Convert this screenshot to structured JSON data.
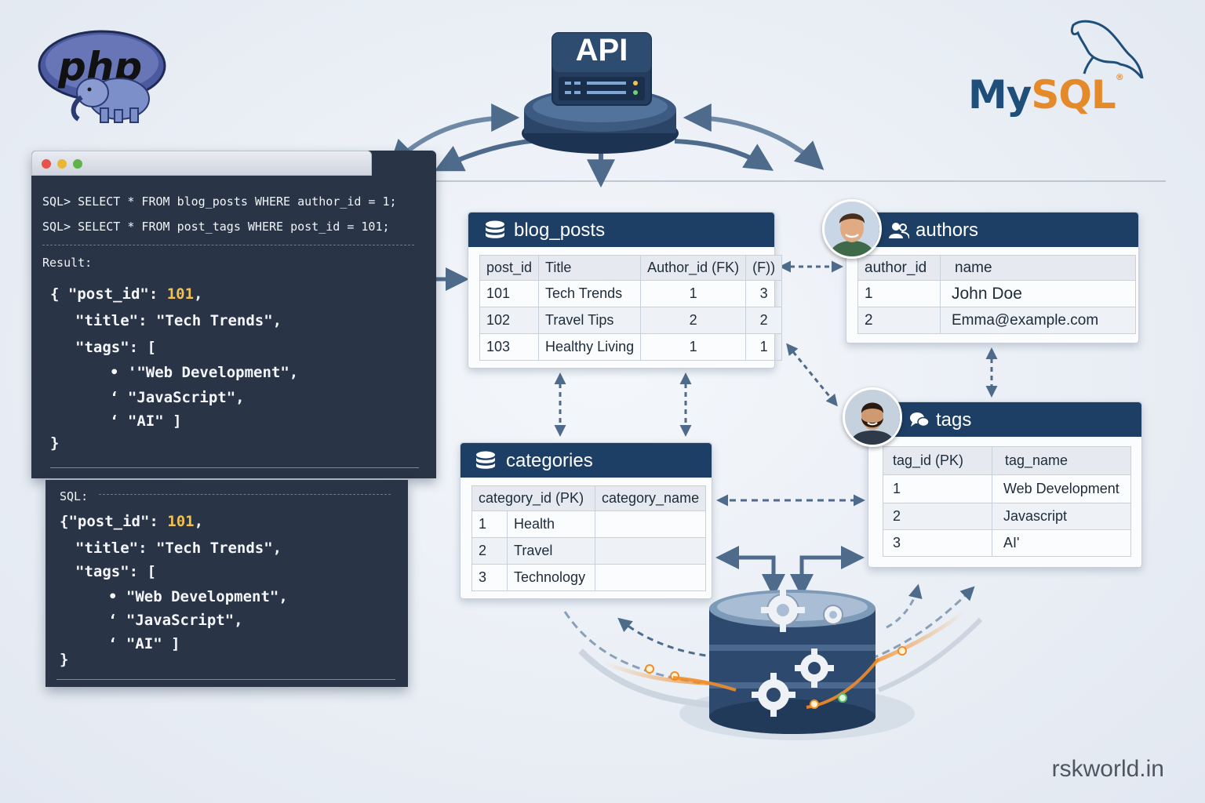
{
  "logos": {
    "php": "php",
    "mysql_my": "My",
    "mysql_sql": "SQL",
    "mysql_reg": "®"
  },
  "api": {
    "label": "API"
  },
  "terminal": {
    "queries": [
      "SQL> SELECT * FROM blog_posts WHERE author_id = 1;",
      "SQL> SELECT * FROM post_tags WHERE post_id = 101;"
    ],
    "result_label": "Result:",
    "json_lines": [
      "{ \"post_id\": ",
      "101",
      ",",
      "\"title\": \"Tech Trends\",",
      "\"tags\": [",
      "• '\"Web Development\",",
      "‘ \"JavaScript\",",
      "‘ \"AI\" ]",
      "}"
    ]
  },
  "terminal2": {
    "label": "SQL:",
    "json_lines": [
      "{\"post_id\": ",
      "101",
      ",",
      "\"title\": \"Tech Trends\",",
      "\"tags\": [",
      "• \"Web Development\",",
      "‘ \"JavaScript\",",
      "‘ \"AI\" ]",
      "}"
    ]
  },
  "blog_posts": {
    "title": "blog_posts",
    "headers": [
      "post_id",
      "Title",
      "Author_id (FK)",
      "(F))"
    ],
    "rows": [
      [
        "101",
        "Tech Trends",
        "1",
        "3"
      ],
      [
        "102",
        "Travel Tips",
        "2",
        "2"
      ],
      [
        "103",
        "Healthy Living",
        "1",
        "1"
      ]
    ]
  },
  "authors": {
    "title": "authors",
    "headers": [
      "author_id",
      "name"
    ],
    "rows": [
      [
        "1",
        "John Doe"
      ],
      [
        "2",
        "Emma@example.com"
      ]
    ]
  },
  "categories": {
    "title": "categories",
    "headers": [
      "category_id (PK)",
      "category_name"
    ],
    "rows": [
      [
        "1",
        "Health",
        ""
      ],
      [
        "2",
        "Travel",
        ""
      ],
      [
        "3",
        "Technology",
        ""
      ]
    ]
  },
  "tags": {
    "title": "tags",
    "headers": [
      "tag_id (PK)",
      "tag_name"
    ],
    "rows": [
      [
        "1",
        "Web Development"
      ],
      [
        "2",
        "Javascript"
      ],
      [
        "3",
        "AI'"
      ]
    ]
  },
  "watermark": "rskworld.in",
  "colors": {
    "navy": "#1d3f66",
    "terminal": "#2a3447",
    "accent_yellow": "#f2c14e",
    "mysql_orange": "#e48a2a",
    "mysql_blue": "#1f4e7a",
    "arrow": "#5b7796"
  }
}
